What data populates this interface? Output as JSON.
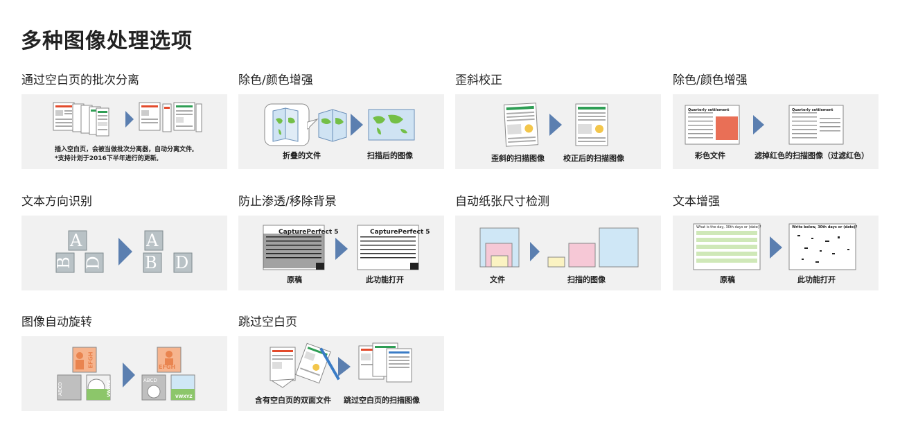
{
  "page": {
    "title": "多种图像处理选项"
  },
  "cards": [
    {
      "title": "通过空白页的批次分离",
      "note_line1": "插入空白页，会被当做批次分离器，自动分离文件",
      "note_line1_end": "。",
      "note_line2": "*支持计划于2016下半年进行的更新",
      "note_line2_end": "。"
    },
    {
      "title": "除色/颜色增强",
      "cap_left": "折叠的文件",
      "cap_right": "扫描后的图像"
    },
    {
      "title": "歪斜校正",
      "cap_left": "歪斜的扫描图像",
      "cap_right": "校正后的扫描图像",
      "doc_left_text": "",
      "doc_right_text": ""
    },
    {
      "title": "除色/颜色增强",
      "cap_left": "彩色文件",
      "cap_right": "滤掉红色的扫描图像（过滤红色）",
      "doc_left_heading": "Quarterly settlement",
      "doc_right_heading": "Quarterly settlement"
    },
    {
      "title": "文本方向识别",
      "letter_a": "A",
      "letter_b": "B",
      "letter_d": "D"
    },
    {
      "title": "防止渗透/移除背景",
      "cap_left": "原稿",
      "cap_right": "此功能打开",
      "doc_heading_left": "CapturePerfect 5",
      "doc_heading_right": "CapturePerfect 5"
    },
    {
      "title": "自动纸张尺寸检测",
      "cap_left": "文件",
      "cap_right": "扫描的图像"
    },
    {
      "title": "文本增强",
      "cap_left": "原稿",
      "cap_right": "此功能打开",
      "doc_heading_left": "What is the day, 30th days or (date)?",
      "doc_heading_right": "Write below, 30th days or (date)?"
    },
    {
      "title": "图像自动旋转",
      "text_efgh": "EFGH",
      "text_abcd": "ABCD",
      "text_vwxyz": "VWXYZ"
    },
    {
      "title": "跳过空白页",
      "cap_left": "含有空白页的双面文件",
      "cap_right": "跳过空白页的扫描图像"
    }
  ],
  "colors": {
    "panel": "#f1f1f1",
    "arrow": "#5b7fb0",
    "red": "#e34b2c",
    "green": "#2f9e55",
    "blue": "#3a7cc6",
    "map_green": "#74bf47",
    "map_water": "#cfe3f3"
  }
}
